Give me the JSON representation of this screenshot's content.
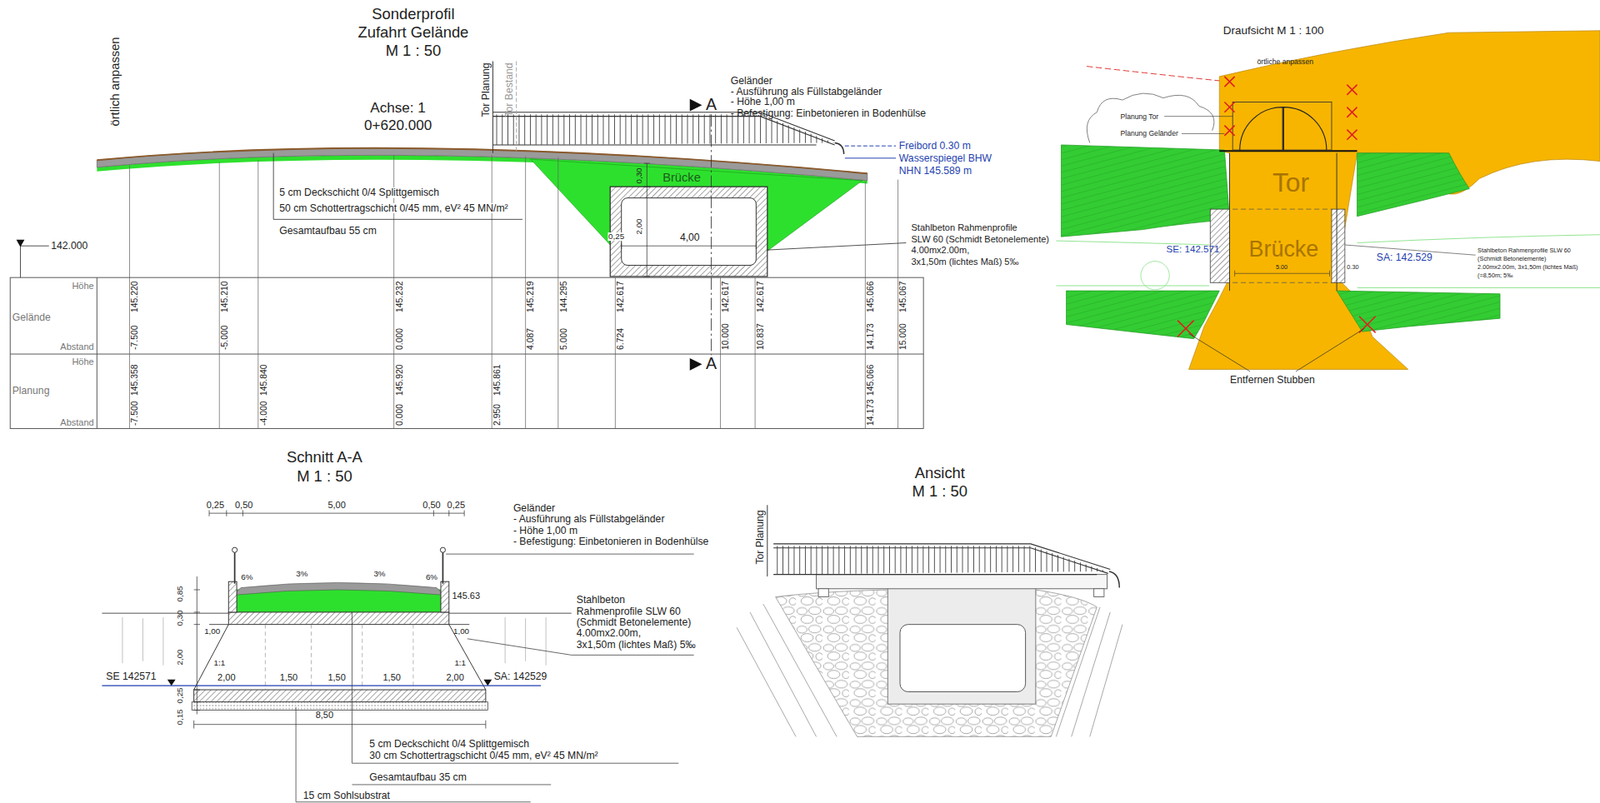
{
  "diagram": {
    "labels": [
      "örtlich anpassen",
      "Sonderprofil",
      "Zufahrt Gelände",
      "M 1 : 50",
      "Achse: 1",
      "0+620.000",
      "Tor Planung",
      "Tor Bestand",
      "Geländer",
      "- Ausführung als Füllstabgeländer",
      "- Höhe 1,00 m",
      "- Befestigung: Einbetonieren in Bodenhülse",
      "A",
      "Freibord 0.30 m",
      "Wasserspiegel BHW",
      "NHN 145.589 m",
      "Brücke",
      "0,30",
      "2,00",
      "0,25",
      "4,00",
      "5 cm Deckschicht 0/4 Splittgemisch",
      "50 cm Schottertragschicht 0/45 mm, eV² 45 MN/m²",
      "Gesamtaufbau 55 cm",
      "Stahlbeton Rahmenprofile",
      "SLW 60 (Schmidt Betonelemente)",
      "4.00mx2.00m,",
      "3x1,50m (lichtes Maß) 5‰",
      "142.000",
      "Höhe",
      "Gelände",
      "Abstand",
      "Höhe",
      "Planung",
      "Abstand",
      "145.220",
      "145.210",
      "145.232",
      "145.219",
      "144.295",
      "142.617",
      "142.617",
      "142.617",
      "145.066",
      "145.067",
      "-7.500",
      "-5.000",
      "0.000",
      "4.087",
      "5.000",
      "6.724",
      "10.000",
      "10.837",
      "14.173",
      "15.000",
      "145.358",
      "145.840",
      "145.920",
      "145.861",
      "145.066",
      "-7.500",
      "-4.000",
      "0.000",
      "2.950",
      "14.173",
      "A",
      "Draufsicht M 1 : 100",
      "örtliche anpassen",
      "Planung Tor",
      "Planung Geländer",
      "Tor",
      "Brücke",
      "SE: 142.571",
      "SA: 142.529",
      "5.00",
      "0.30",
      "Stahlbeton Rahmenprofile SLW 60",
      "(Schmidt Betonelemente)",
      "2.00mx2.00m, 3x1,50m (lichtes Maß)",
      "(=8,50m; 5‰",
      "Entfernen Stubben",
      "Schnitt A-A",
      "M 1 : 50",
      "0,25",
      "0,50",
      "5,00",
      "0,50",
      "0,25",
      "Geländer",
      "- Ausführung als Füllstabgeländer",
      "- Höhe 1,00 m",
      "- Befestigung: Einbetonieren in Bodenhülse",
      "6%",
      "3%",
      "3%",
      "6%",
      "145.63",
      "0,85",
      "0,30",
      "1,00",
      "1,00",
      "2,00",
      "1:1",
      "1:1",
      "Stahlbeton",
      "Rahmenprofile SLW 60",
      "(Schmidt Betonelemente)",
      "4.00mx2.00m,",
      "3x1,50m (lichtes Maß) 5‰",
      "SE 142571",
      "SA: 142529",
      "2,00",
      "1,50",
      "1,50",
      "1,50",
      "2,00",
      "0,25",
      "0,15",
      "8,50",
      "5 cm Deckschicht 0/4 Splittgemisch",
      "30 cm Schottertragschicht 0/45 mm, eV² 45 MN/m²",
      "Gesamtaufbau 35 cm",
      "15 cm Sohlsubstrat",
      "Ansicht",
      "M 1 : 50",
      "Tor Planung"
    ]
  }
}
